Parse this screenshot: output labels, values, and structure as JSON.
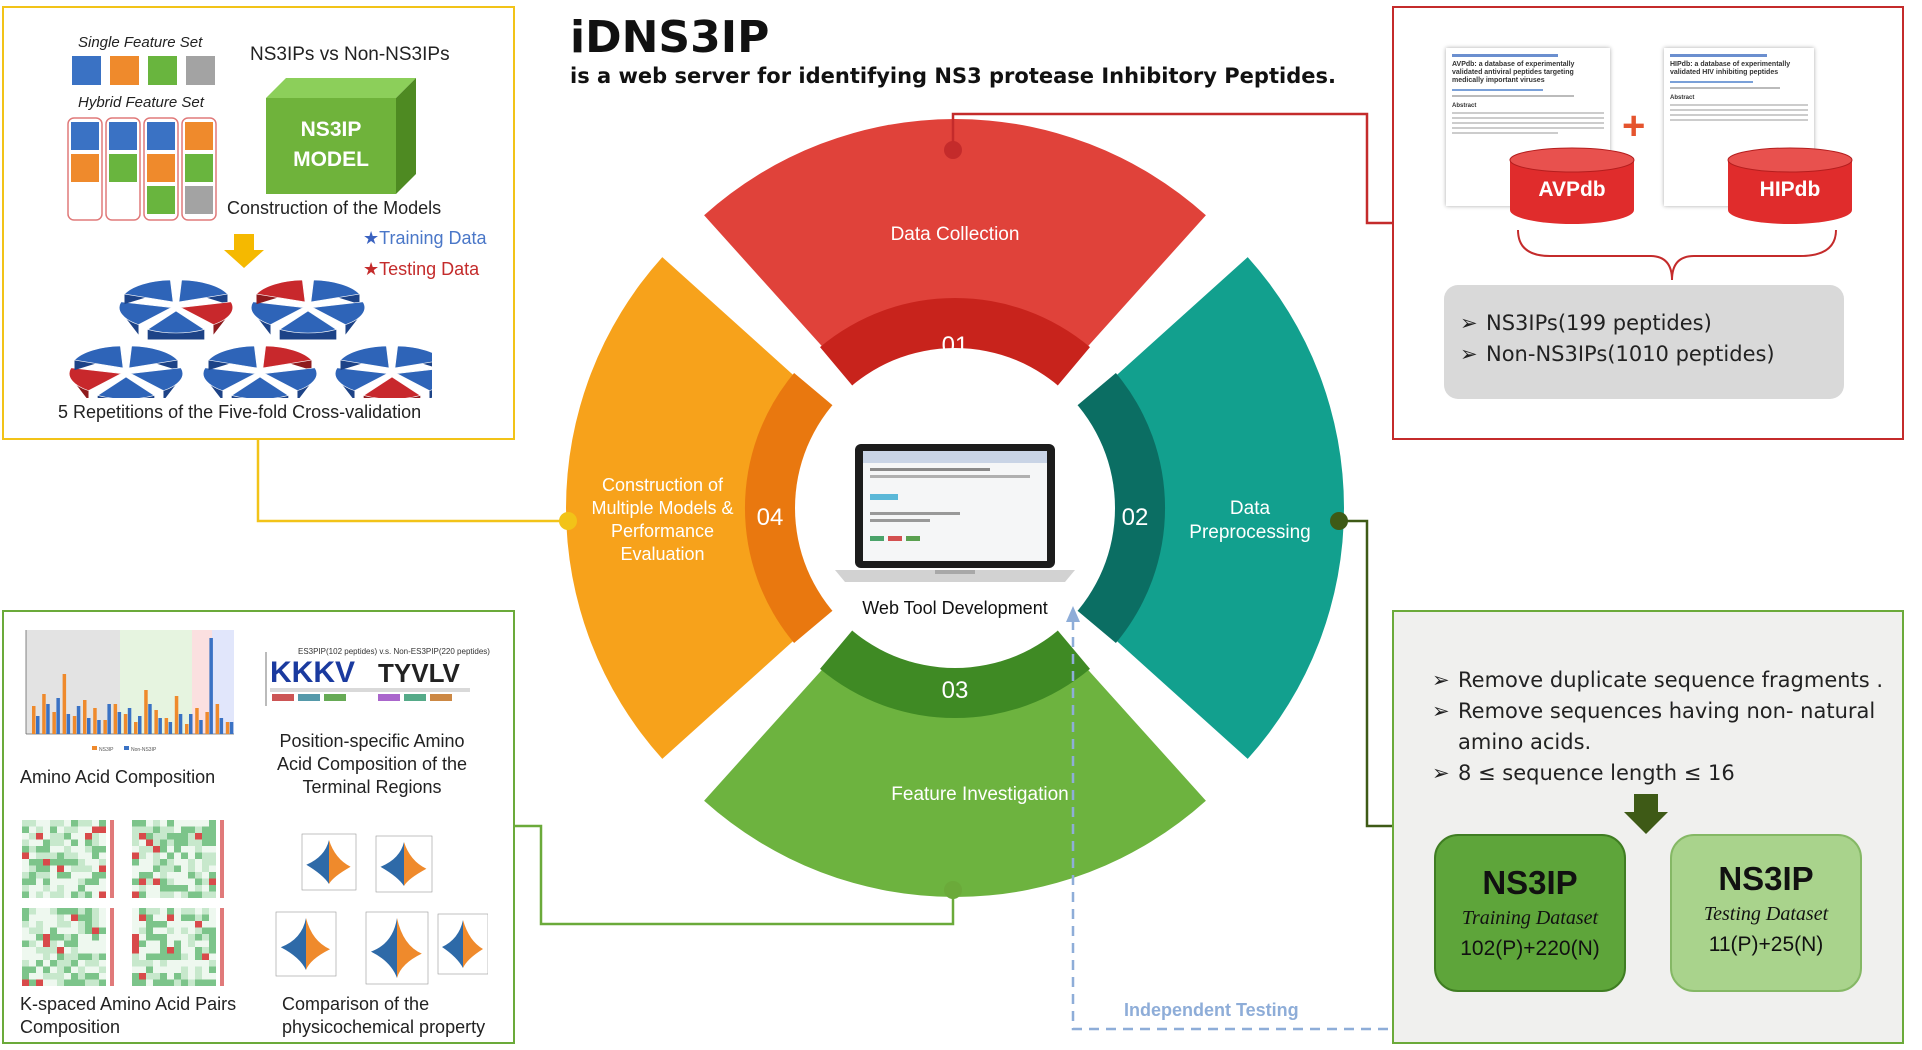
{
  "header": {
    "title": "iDNS3IP",
    "subtitle": "is a web server for identifying NS3 protease Inhibitory Peptides."
  },
  "colors": {
    "red": "#E0423A",
    "teal": "#12A08E",
    "green": "#6DB33F",
    "orange": "#F7A21B",
    "yellow_border": "#F2C318",
    "red_border": "#C42B2B",
    "green_border": "#6BAA3A",
    "darkgreen_line": "#3E5A16",
    "dash_blue": "#8EADD8"
  },
  "wheel": {
    "segments": [
      {
        "label": "Data Collection",
        "number": "01",
        "color": "#E0423A"
      },
      {
        "label": "Data Preprocessing",
        "number": "02",
        "color": "#12A08E"
      },
      {
        "label": "Feature Investigation",
        "number": "03",
        "color": "#6DB33F"
      },
      {
        "label": "Construction of Multiple Models & Performance Evaluation",
        "number": "04",
        "color": "#F7A21B"
      }
    ],
    "center_label": "Web Tool Development"
  },
  "models_panel": {
    "single_feature_set": "Single Feature Set",
    "hybrid_feature_set": "Hybrid Feature Set",
    "comparison_label": "NS3IPs vs Non-NS3IPs",
    "model_line1": "NS3IP",
    "model_line2": "MODEL",
    "construction_label": "Construction of the Models",
    "training_legend": "Training Data",
    "testing_legend": "Testing Data",
    "cv_label": "5 Repetitions of the  Five-fold Cross-validation"
  },
  "collection_panel": {
    "db1": "AVPdb",
    "db2": "HIPdb",
    "paper1_title": "AVPdb: a database of experimentally validated antiviral peptides targeting medically important viruses",
    "paper2_title": "HIPdb: a database of experimentally validated HIV inhibiting peptides",
    "paper_abstract": "Abstract",
    "items": [
      "NS3IPs(199 peptides)",
      "Non-NS3IPs(1010 peptides)"
    ]
  },
  "preprocess_panel": {
    "steps": [
      "Remove duplicate sequence fragments .",
      "Remove sequences having non- natural",
      "amino acids.",
      "8 ≤ sequence length ≤ 16"
    ],
    "training": {
      "name": "NS3IP",
      "subtitle": "Training Dataset",
      "counts": "102(P)+220(N)"
    },
    "testing": {
      "name": "NS3IP",
      "subtitle": "Testing Dataset",
      "counts": "11(P)+25(N)"
    },
    "independent_label": "Independent Testing"
  },
  "features_panel": {
    "aac_label": "Amino Acid Composition",
    "logo_title": "ES3PIP(102 peptides) v.s. Non-ES3PIP(220 peptides)",
    "logo_left": "KKKV",
    "logo_right": "TYVLV",
    "pos_label": [
      "Position-specific Amino",
      "Acid Composition of the",
      "Terminal Regions"
    ],
    "kspace_label": [
      "K-spaced Amino Acid Pairs",
      "Composition"
    ],
    "physchem_label": [
      "Comparison of the",
      "physicochemical property"
    ],
    "aac_chart_legend": [
      "NS3IP",
      "Non-NS3IP"
    ]
  }
}
